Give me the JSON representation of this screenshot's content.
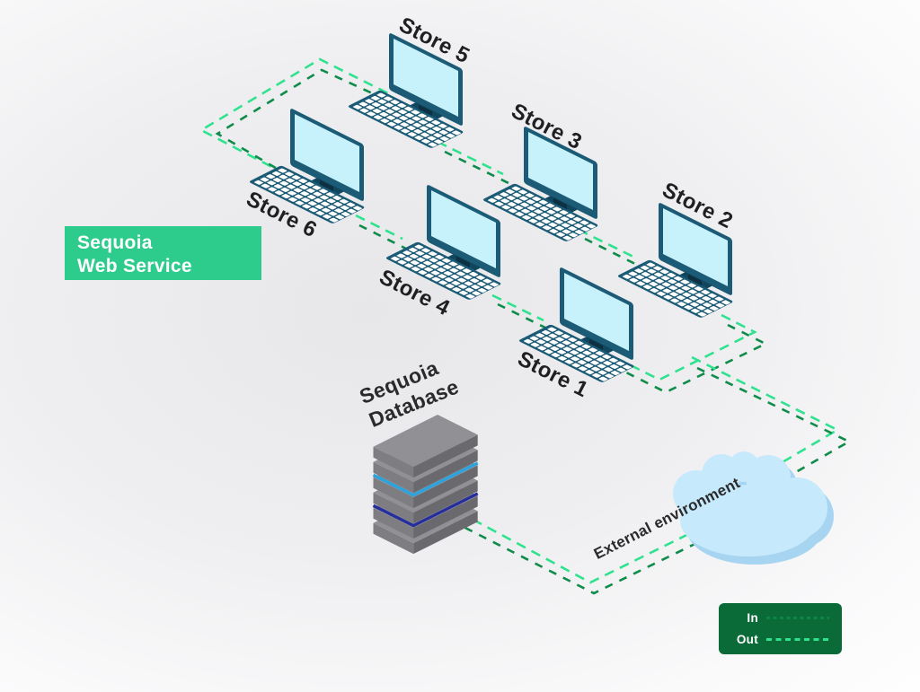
{
  "web_service": {
    "line1": "Sequoia",
    "line2": "Web Service"
  },
  "stores": [
    {
      "label": "Store 1"
    },
    {
      "label": "Store 2"
    },
    {
      "label": "Store 3"
    },
    {
      "label": "Store 4"
    },
    {
      "label": "Store 5"
    },
    {
      "label": "Store 6"
    }
  ],
  "database": {
    "line1": "Sequoia",
    "line2": "Database"
  },
  "external": {
    "label": "External environment"
  },
  "legend": {
    "in_label": "In",
    "out_label": "Out"
  },
  "colors": {
    "accent_green": "#2ecc8c",
    "legend_bg": "#0b6b38",
    "dash_out_green": "#2fe28e",
    "dash_in_green": "#0f8c4a",
    "monitor_frame": "#1b5b76",
    "monitor_screen": "#c7f1fb",
    "db_gray_top": "#919195",
    "db_stripe_light_blue": "#2ba3de",
    "db_stripe_dark_blue": "#252e9c",
    "cloud_blue": "#c6e9fb"
  }
}
